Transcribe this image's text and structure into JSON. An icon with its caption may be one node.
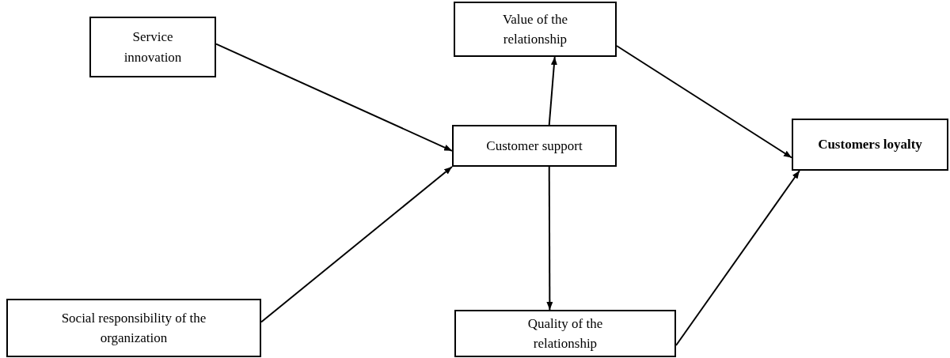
{
  "diagram": {
    "nodes": [
      {
        "text": [
          "Service innovation"
        ]
      },
      {
        "text": [
          "Value of the relationship"
        ]
      },
      {
        "text": [
          "Customer support"
        ]
      },
      {
        "text": [
          "Customers loyalty"
        ]
      },
      {
        "text": [
          "Social responsibility of the organization"
        ]
      },
      {
        "text": [
          "Quality of the relationship"
        ]
      }
    ],
    "edges": [
      {
        "from": 0,
        "to": 2,
        "arrow": "to"
      },
      {
        "from": 4,
        "to": 2,
        "arrow": "to"
      },
      {
        "from": 2,
        "to": 1,
        "arrow": "to"
      },
      {
        "from": 2,
        "to": 5,
        "arrow": "to"
      },
      {
        "from": 1,
        "to": 3,
        "arrow": "to"
      },
      {
        "from": 5,
        "to": 3,
        "arrow": "to"
      }
    ]
  }
}
